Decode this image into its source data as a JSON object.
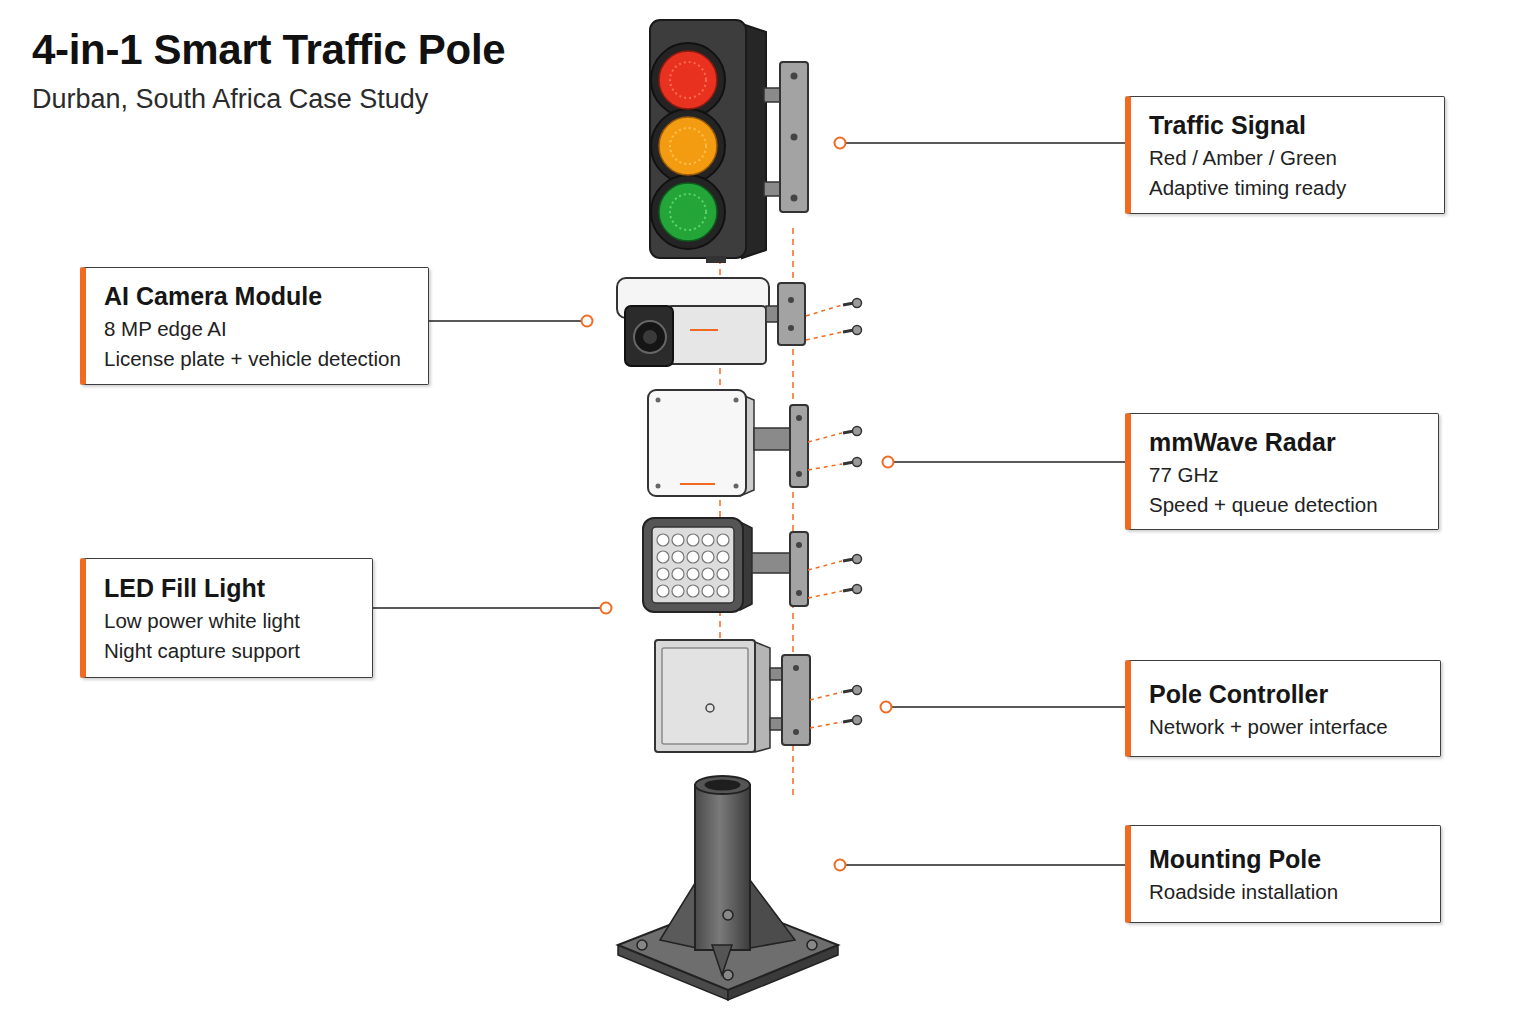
{
  "diagram": {
    "title": "4-in-1 Smart Traffic Pole",
    "nodes": [
      {
        "text": [
          "Traffic Signal",
          "Red / Amber / Green",
          "Adaptive timing ready"
        ]
      },
      {
        "text": [
          "AI Camera Module",
          "8 MP edge AI",
          "License plate + vehicle detection"
        ]
      },
      {
        "text": [
          "mmWave Radar",
          "77 GHz",
          "Speed + queue detection"
        ]
      },
      {
        "text": [
          "LED Fill Light",
          "Low power white light",
          "Night capture support"
        ]
      },
      {
        "text": [
          "Pole Controller",
          "Network + power interface"
        ]
      },
      {
        "text": [
          "Mounting Pole",
          "Roadside installation"
        ]
      }
    ],
    "labels": [
      "Durban, South Africa Case Study"
    ]
  }
}
